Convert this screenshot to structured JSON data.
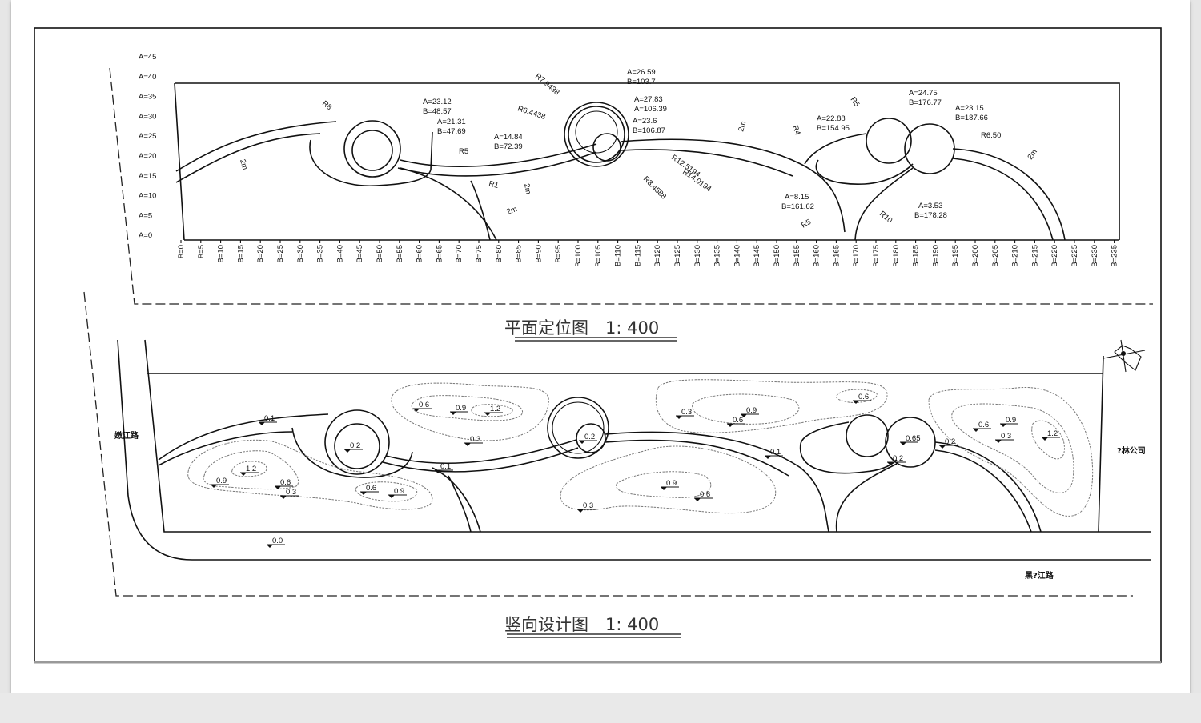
{
  "plan": {
    "title": "平面定位图　1: 400",
    "a_ticks": [
      "A=45",
      "A=40",
      "A=35",
      "A=30",
      "A=25",
      "A=20",
      "A=15",
      "A=10",
      "A=5",
      "A=0"
    ],
    "b_ticks": [
      "B=0",
      "B=5",
      "B=10",
      "B=15",
      "B=20",
      "B=25",
      "B=30",
      "B=35",
      "B=40",
      "B=45",
      "B=50",
      "B=55",
      "B=60",
      "B=65",
      "B=70",
      "B=75",
      "B=80",
      "B=85",
      "B=90",
      "B=95",
      "B=100",
      "B=105",
      "B=110",
      "B=115",
      "B=120",
      "B=125",
      "B=130",
      "B=135",
      "B=140",
      "B=145",
      "B=150",
      "B=155",
      "B=160",
      "B=165",
      "B=170",
      "B=175",
      "B=180",
      "B=185",
      "B=190",
      "B=195",
      "B=200",
      "B=205",
      "B=210",
      "B=215",
      "B=220",
      "B=225",
      "B=230",
      "B=235"
    ],
    "coords": [
      {
        "a": "A=23.12",
        "b": "B=48.57"
      },
      {
        "a": "A=21.31",
        "b": "B=47.69"
      },
      {
        "a": "A=14.84",
        "b": "B=72.39"
      },
      {
        "a": "A=26.59",
        "b": "B=103.7"
      },
      {
        "a": "A=27.83",
        "b": "A=106.39"
      },
      {
        "a": "A=23.6",
        "b": "B=106.87"
      },
      {
        "a": "A=22.88",
        "b": "B=154.95"
      },
      {
        "a": "A=24.75",
        "b": "B=176.77"
      },
      {
        "a": "A=23.15",
        "b": "B=187.66"
      },
      {
        "a": "A=8.15",
        "b": "B=161.62"
      },
      {
        "a": "A=3.53",
        "b": "B=178.28"
      }
    ],
    "radii": [
      "R8",
      "R5",
      "R1",
      "R7.9438",
      "R6.4438",
      "R12.5194",
      "R14.0194",
      "R3.4588",
      "R4",
      "R5",
      "R6.50",
      "R5",
      "R10"
    ],
    "widths": [
      "2m",
      "2m",
      "2m",
      "2m",
      "2m"
    ]
  },
  "vertical": {
    "title": "竖向设计图　1: 400",
    "road_left": "嫩江路",
    "road_bottom": "黑?江路",
    "neighbor": "?林公司",
    "elevations": [
      "0.1",
      "0.2",
      "1.2",
      "0.9",
      "0.6",
      "0.3",
      "0.6",
      "0.9",
      "0.6",
      "0.9",
      "1.2",
      "0.3",
      "0.1",
      "0.2",
      "0.9",
      "0.6",
      "0.3",
      "0.3",
      "0.9",
      "0.6",
      "0.6",
      "0.1",
      "0.65",
      "0.2",
      "0.2",
      "0.6",
      "0.9",
      "0.3",
      "1.2",
      "0.0"
    ]
  }
}
